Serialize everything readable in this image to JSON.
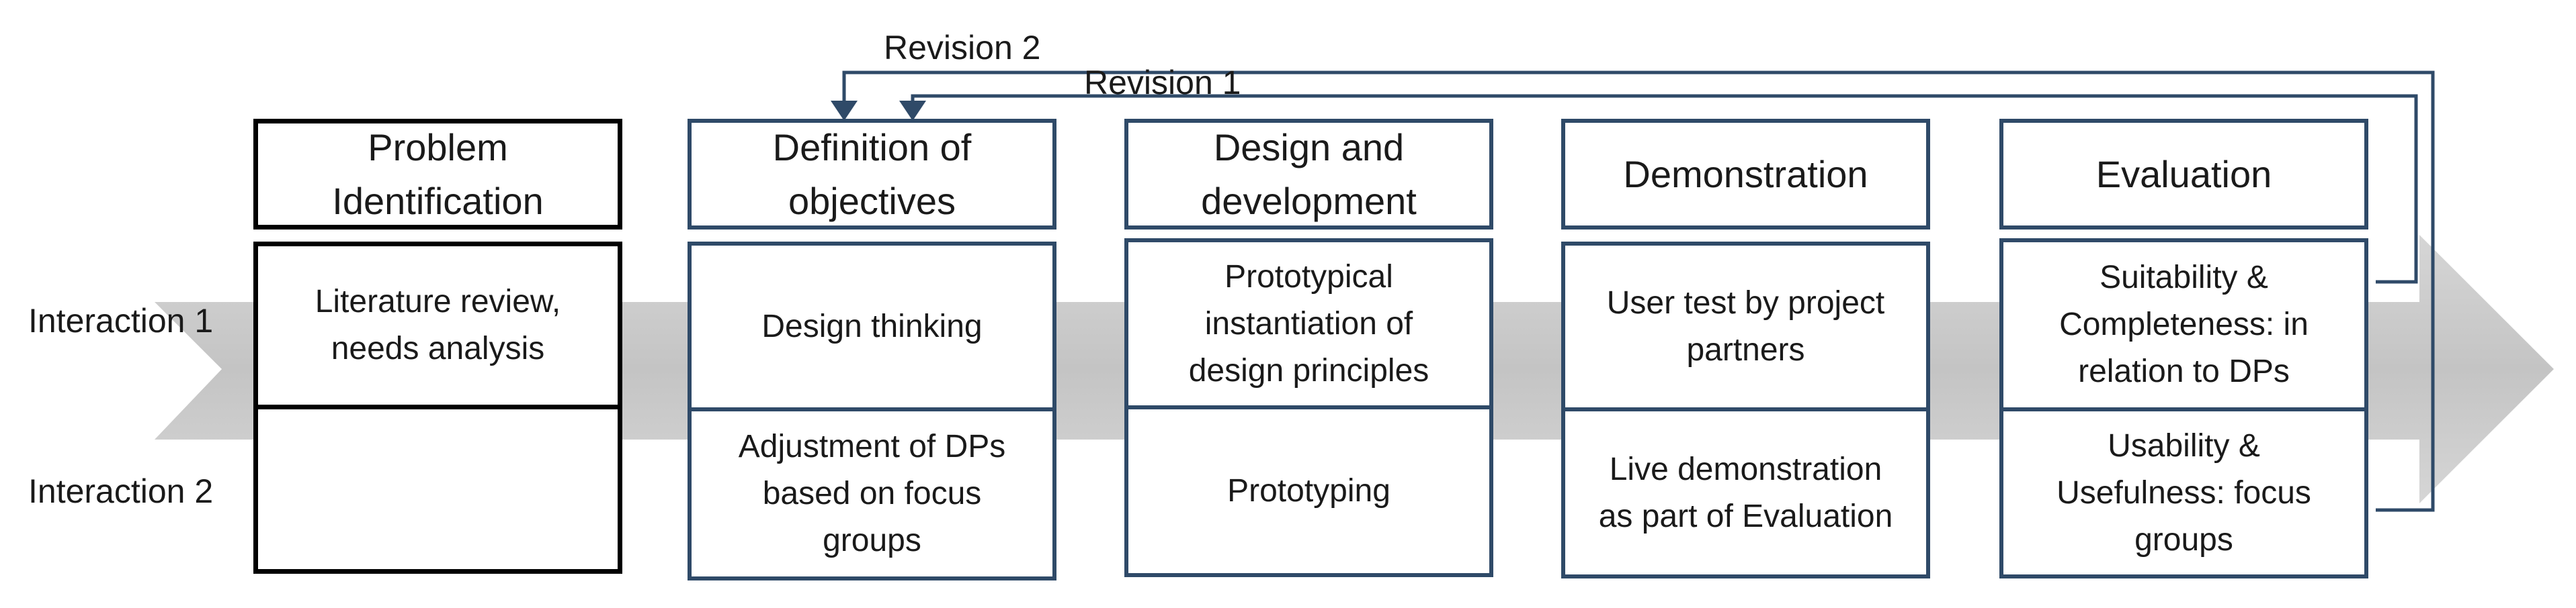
{
  "stages": [
    {
      "id": "problem-identification",
      "title": "Problem\nIdentification",
      "iteration_1": "Literature review,\nneeds analysis",
      "iteration_2": ""
    },
    {
      "id": "definition-of-objectives",
      "title": "Definition of\nobjectives",
      "iteration_1": "Design thinking",
      "iteration_2": "Adjustment of DPs\nbased on focus\ngroups"
    },
    {
      "id": "design-and-development",
      "title": "Design and\ndevelopment",
      "iteration_1": "Prototypical\ninstantiation of\ndesign principles",
      "iteration_2": "Prototyping"
    },
    {
      "id": "demonstration",
      "title": "Demonstration",
      "iteration_1": "User test by project\npartners",
      "iteration_2": "Live demonstration\nas part of Evaluation"
    },
    {
      "id": "evaluation",
      "title": "Evaluation",
      "iteration_1": "Suitability &\nCompleteness: in\nrelation to DPs",
      "iteration_2": "Usability &\nUsefulness: focus\ngroups"
    }
  ],
  "row_labels": {
    "iteration_1": "Interaction 1",
    "iteration_2": "Interaction 2"
  },
  "revisions": {
    "revision_1": "Revision 1",
    "revision_2": "Revision 2"
  },
  "colors": {
    "process_arrow": "#cccccc",
    "box_border_first": "#000000",
    "box_border_other": "#2f4a68",
    "feedback_line": "#2f4a68"
  }
}
